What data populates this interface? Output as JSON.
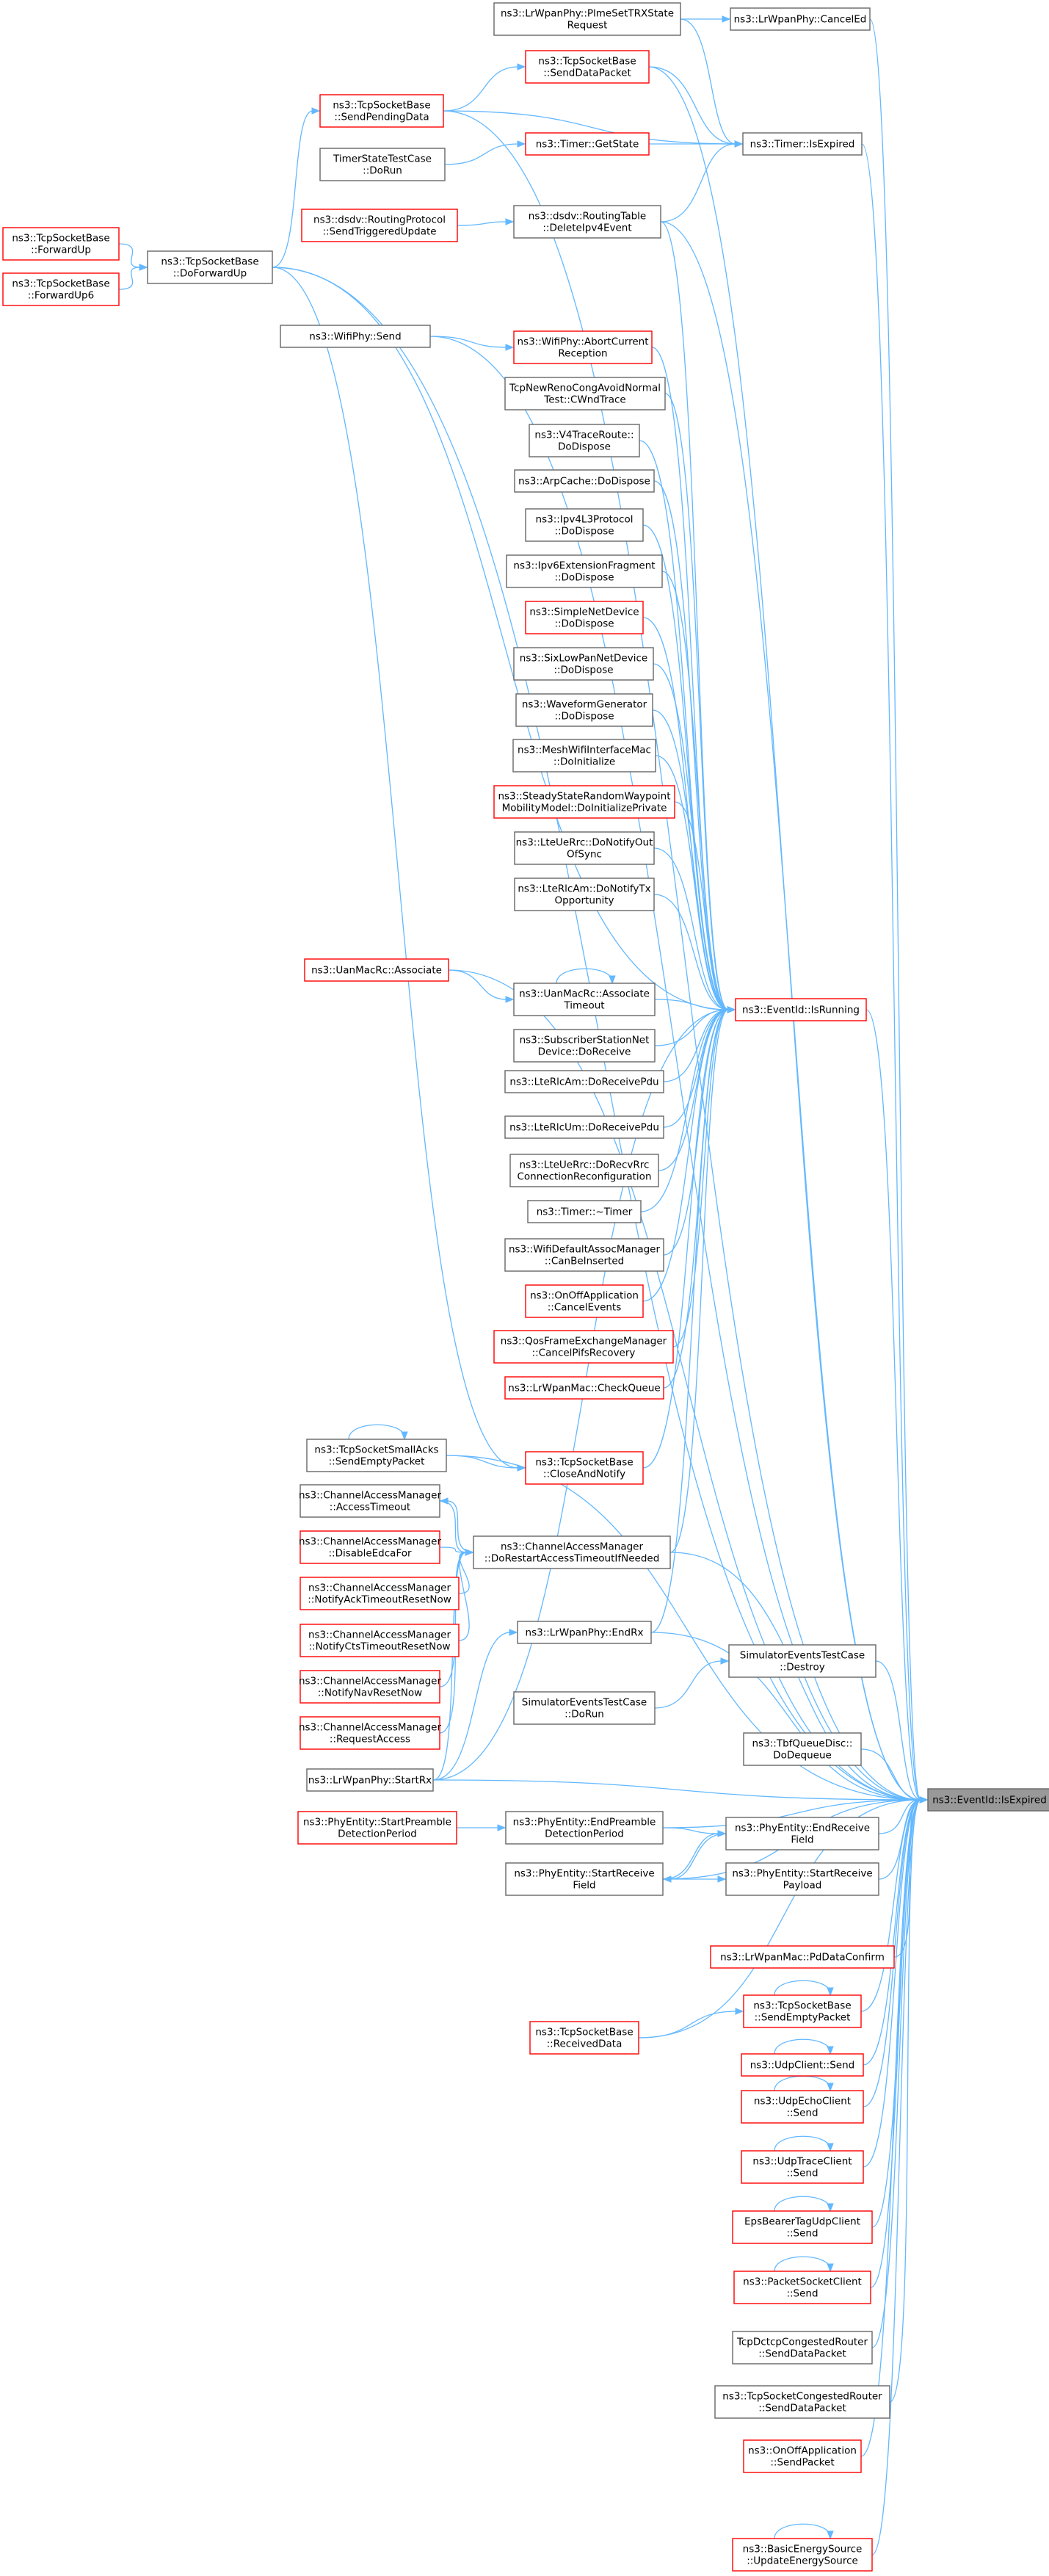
{
  "colors": {
    "edge": "#63b8ff",
    "box_border_normal": "#666666",
    "box_border_red": "#ff0000",
    "box_fill": "#ffffff",
    "target_fill": "#999999",
    "target_border": "#666666"
  },
  "target_node": "t",
  "nodes": [
    {
      "id": "t",
      "lines": [
        "ns3::EventId::IsExpired"
      ],
      "style": "target"
    },
    {
      "id": "r",
      "lines": [
        "ns3::EventId::IsRunning"
      ],
      "style": "red"
    },
    {
      "id": "ce",
      "lines": [
        "ns3::LrWpanPhy::CancelEd"
      ],
      "style": "normal"
    },
    {
      "id": "tie",
      "lines": [
        "ns3::Timer::IsExpired"
      ],
      "style": "normal"
    },
    {
      "id": "pse",
      "lines": [
        "ns3::LrWpanPhy::PlmeSetTRXState",
        "Request"
      ],
      "style": "normal"
    },
    {
      "id": "sdp",
      "lines": [
        "ns3::TcpSocketBase",
        "::SendDataPacket"
      ],
      "style": "red"
    },
    {
      "id": "spd",
      "lines": [
        "ns3::TcpSocketBase",
        "::SendPendingData"
      ],
      "style": "red"
    },
    {
      "id": "tgs",
      "lines": [
        "ns3::Timer::GetState"
      ],
      "style": "red"
    },
    {
      "id": "tst",
      "lines": [
        "TimerStateTestCase",
        "::DoRun"
      ],
      "style": "normal"
    },
    {
      "id": "rtd",
      "lines": [
        "ns3::dsdv::RoutingTable",
        "::DeleteIpv4Event"
      ],
      "style": "normal"
    },
    {
      "id": "rpt",
      "lines": [
        "ns3::dsdv::RoutingProtocol",
        "::SendTriggeredUpdate"
      ],
      "style": "red"
    },
    {
      "id": "dfu",
      "lines": [
        "ns3::TcpSocketBase",
        "::DoForwardUp"
      ],
      "style": "normal"
    },
    {
      "id": "fu",
      "lines": [
        "ns3::TcpSocketBase",
        "::ForwardUp"
      ],
      "style": "red"
    },
    {
      "id": "fu6",
      "lines": [
        "ns3::TcpSocketBase",
        "::ForwardUp6"
      ],
      "style": "red"
    },
    {
      "id": "wps",
      "lines": [
        "ns3::WifiPhy::Send"
      ],
      "style": "normal"
    },
    {
      "id": "acr",
      "lines": [
        "ns3::WifiPhy::AbortCurrent",
        "Reception"
      ],
      "style": "red"
    },
    {
      "id": "tnr",
      "lines": [
        "TcpNewRenoCongAvoidNormal",
        "Test::CWndTrace"
      ],
      "style": "normal"
    },
    {
      "id": "v4t",
      "lines": [
        "ns3::V4TraceRoute::",
        "DoDispose"
      ],
      "style": "normal"
    },
    {
      "id": "arp",
      "lines": [
        "ns3::ArpCache::DoDispose"
      ],
      "style": "normal"
    },
    {
      "id": "ipv4",
      "lines": [
        "ns3::Ipv4L3Protocol",
        "::DoDispose"
      ],
      "style": "normal"
    },
    {
      "id": "i6f",
      "lines": [
        "ns3::Ipv6ExtensionFragment",
        "::DoDispose"
      ],
      "style": "normal"
    },
    {
      "id": "snd",
      "lines": [
        "ns3::SimpleNetDevice",
        "::DoDispose"
      ],
      "style": "red"
    },
    {
      "id": "slp",
      "lines": [
        "ns3::SixLowPanNetDevice",
        "::DoDispose"
      ],
      "style": "normal"
    },
    {
      "id": "wfg",
      "lines": [
        "ns3::WaveformGenerator",
        "::DoDispose"
      ],
      "style": "normal"
    },
    {
      "id": "mwi",
      "lines": [
        "ns3::MeshWifiInterfaceMac",
        "::DoInitialize"
      ],
      "style": "normal"
    },
    {
      "id": "ssr",
      "lines": [
        "ns3::SteadyStateRandomWaypoint",
        "MobilityModel::DoInitializePrivate"
      ],
      "style": "red"
    },
    {
      "id": "ldn",
      "lines": [
        "ns3::LteUeRrc::DoNotifyOut",
        "OfSync"
      ],
      "style": "normal"
    },
    {
      "id": "ldt",
      "lines": [
        "ns3::LteRlcAm::DoNotifyTx",
        "Opportunity"
      ],
      "style": "normal"
    },
    {
      "id": "uma",
      "lines": [
        "ns3::UanMacRc::Associate"
      ],
      "style": "red"
    },
    {
      "id": "umt",
      "lines": [
        "ns3::UanMacRc::Associate",
        "Timeout"
      ],
      "style": "normal"
    },
    {
      "id": "ssn",
      "lines": [
        "ns3::SubscriberStationNet",
        "Device::DoReceive"
      ],
      "style": "normal"
    },
    {
      "id": "ram",
      "lines": [
        "ns3::LteRlcAm::DoReceivePdu"
      ],
      "style": "normal"
    },
    {
      "id": "rum",
      "lines": [
        "ns3::LteRlcUm::DoReceivePdu"
      ],
      "style": "normal"
    },
    {
      "id": "ldr",
      "lines": [
        "ns3::LteUeRrc::DoRecvRrc",
        "ConnectionReconfiguration"
      ],
      "style": "normal"
    },
    {
      "id": "tmr",
      "lines": [
        "ns3::Timer::~Timer"
      ],
      "style": "normal"
    },
    {
      "id": "wda",
      "lines": [
        "ns3::WifiDefaultAssocManager",
        "::CanBeInserted"
      ],
      "style": "normal"
    },
    {
      "id": "ooc",
      "lines": [
        "ns3::OnOffApplication",
        "::CancelEvents"
      ],
      "style": "red"
    },
    {
      "id": "qos",
      "lines": [
        "ns3::QosFrameExchangeManager",
        "::CancelPifsRecovery"
      ],
      "style": "red"
    },
    {
      "id": "lcq",
      "lines": [
        "ns3::LrWpanMac::CheckQueue"
      ],
      "style": "red"
    },
    {
      "id": "sep",
      "lines": [
        "ns3::TcpSocketSmallAcks",
        "::SendEmptyPacket"
      ],
      "style": "normal"
    },
    {
      "id": "can",
      "lines": [
        "ns3::TcpSocketBase",
        "::CloseAndNotify"
      ],
      "style": "red"
    },
    {
      "id": "cat",
      "lines": [
        "ns3::ChannelAccessManager",
        "::AccessTimeout"
      ],
      "style": "normal"
    },
    {
      "id": "cde",
      "lines": [
        "ns3::ChannelAccessManager",
        "::DisableEdcaFor"
      ],
      "style": "red"
    },
    {
      "id": "crt",
      "lines": [
        "ns3::ChannelAccessManager",
        "::DoRestartAccessTimeoutIfNeeded"
      ],
      "style": "normal"
    },
    {
      "id": "cna",
      "lines": [
        "ns3::ChannelAccessManager",
        "::NotifyAckTimeoutResetNow"
      ],
      "style": "red"
    },
    {
      "id": "cnc",
      "lines": [
        "ns3::ChannelAccessManager",
        "::NotifyCtsTimeoutResetNow"
      ],
      "style": "red"
    },
    {
      "id": "cnn",
      "lines": [
        "ns3::ChannelAccessManager",
        "::NotifyNavResetNow"
      ],
      "style": "red"
    },
    {
      "id": "cra",
      "lines": [
        "ns3::ChannelAccessManager",
        "::RequestAccess"
      ],
      "style": "red"
    },
    {
      "id": "ler",
      "lines": [
        "ns3::LrWpanPhy::EndRx"
      ],
      "style": "normal"
    },
    {
      "id": "lsr",
      "lines": [
        "ns3::LrWpanPhy::StartRx"
      ],
      "style": "normal"
    },
    {
      "id": "sed",
      "lines": [
        "SimulatorEventsTestCase",
        "::Destroy"
      ],
      "style": "normal"
    },
    {
      "id": "sdr",
      "lines": [
        "SimulatorEventsTestCase",
        "::DoRun"
      ],
      "style": "normal"
    },
    {
      "id": "tbf",
      "lines": [
        "ns3::TbfQueueDisc::",
        "DoDequeue"
      ],
      "style": "normal"
    },
    {
      "id": "pep",
      "lines": [
        "ns3::PhyEntity::EndPreamble",
        "DetectionPeriod"
      ],
      "style": "normal"
    },
    {
      "id": "psp",
      "lines": [
        "ns3::PhyEntity::StartPreamble",
        "DetectionPeriod"
      ],
      "style": "red"
    },
    {
      "id": "perf",
      "lines": [
        "ns3::PhyEntity::EndReceive",
        "Field"
      ],
      "style": "normal"
    },
    {
      "id": "psrf",
      "lines": [
        "ns3::PhyEntity::StartReceive",
        "Field"
      ],
      "style": "normal"
    },
    {
      "id": "psrp",
      "lines": [
        "ns3::PhyEntity::StartReceive",
        "Payload"
      ],
      "style": "normal"
    },
    {
      "id": "pdc",
      "lines": [
        "ns3::LrWpanMac::PdDataConfirm"
      ],
      "style": "red"
    },
    {
      "id": "tse",
      "lines": [
        "ns3::TcpSocketBase",
        "::SendEmptyPacket"
      ],
      "style": "red"
    },
    {
      "id": "trd",
      "lines": [
        "ns3::TcpSocketBase",
        "::ReceivedData"
      ],
      "style": "red"
    },
    {
      "id": "ucs",
      "lines": [
        "ns3::UdpClient::Send"
      ],
      "style": "red"
    },
    {
      "id": "uec",
      "lines": [
        "ns3::UdpEchoClient",
        "::Send"
      ],
      "style": "red"
    },
    {
      "id": "utc",
      "lines": [
        "ns3::UdpTraceClient",
        "::Send"
      ],
      "style": "red"
    },
    {
      "id": "ebt",
      "lines": [
        "EpsBearerTagUdpClient",
        "::Send"
      ],
      "style": "red"
    },
    {
      "id": "psc",
      "lines": [
        "ns3::PacketSocketClient",
        "::Send"
      ],
      "style": "red"
    },
    {
      "id": "tdc",
      "lines": [
        "TcpDctcpCongestedRouter",
        "::SendDataPacket"
      ],
      "style": "normal"
    },
    {
      "id": "tcr",
      "lines": [
        "ns3::TcpSocketCongestedRouter",
        "::SendDataPacket"
      ],
      "style": "normal"
    },
    {
      "id": "oos",
      "lines": [
        "ns3::OnOffApplication",
        "::SendPacket"
      ],
      "style": "red"
    },
    {
      "id": "bes",
      "lines": [
        "ns3::BasicEnergySource",
        "::UpdateEnergySource"
      ],
      "style": "red"
    }
  ],
  "edges": [
    [
      "r",
      "t"
    ],
    [
      "ce",
      "t"
    ],
    [
      "tie",
      "t"
    ],
    [
      "sdp",
      "t"
    ],
    [
      "spd",
      "t"
    ],
    [
      "rtd",
      "t"
    ],
    [
      "dfu",
      "t"
    ],
    [
      "wps",
      "t"
    ],
    [
      "uma",
      "t"
    ],
    [
      "sep",
      "t"
    ],
    [
      "crt",
      "t"
    ],
    [
      "ler",
      "t"
    ],
    [
      "sed",
      "t"
    ],
    [
      "tbf",
      "t"
    ],
    [
      "lsr",
      "t"
    ],
    [
      "pep",
      "t"
    ],
    [
      "perf",
      "t"
    ],
    [
      "psrf",
      "t"
    ],
    [
      "psrp",
      "t"
    ],
    [
      "pdc",
      "t"
    ],
    [
      "tse",
      "t"
    ],
    [
      "trd",
      "t"
    ],
    [
      "ucs",
      "t"
    ],
    [
      "uec",
      "t"
    ],
    [
      "utc",
      "t"
    ],
    [
      "ebt",
      "t"
    ],
    [
      "psc",
      "t"
    ],
    [
      "tdc",
      "t"
    ],
    [
      "tcr",
      "t"
    ],
    [
      "oos",
      "t"
    ],
    [
      "bes",
      "t"
    ],
    [
      "pse",
      "ce"
    ],
    [
      "pse",
      "tie"
    ],
    [
      "sdp",
      "tie"
    ],
    [
      "spd",
      "tie"
    ],
    [
      "tgs",
      "tie"
    ],
    [
      "tst",
      "tgs"
    ],
    [
      "spd",
      "sdp"
    ],
    [
      "rtd",
      "tie"
    ],
    [
      "rpt",
      "rtd"
    ],
    [
      "dfu",
      "spd"
    ],
    [
      "fu",
      "dfu"
    ],
    [
      "fu6",
      "dfu"
    ],
    [
      "wps",
      "acr"
    ],
    [
      "lsr",
      "ler"
    ],
    [
      "acr",
      "r"
    ],
    [
      "tnr",
      "r"
    ],
    [
      "v4t",
      "r"
    ],
    [
      "arp",
      "r"
    ],
    [
      "ipv4",
      "r"
    ],
    [
      "i6f",
      "r"
    ],
    [
      "snd",
      "r"
    ],
    [
      "slp",
      "r"
    ],
    [
      "wfg",
      "r"
    ],
    [
      "mwi",
      "r"
    ],
    [
      "ssr",
      "r"
    ],
    [
      "ldn",
      "r"
    ],
    [
      "ldt",
      "r"
    ],
    [
      "uma",
      "umt"
    ],
    [
      "umt",
      "r"
    ],
    [
      "ssn",
      "r"
    ],
    [
      "ram",
      "r"
    ],
    [
      "rum",
      "r"
    ],
    [
      "ldr",
      "r"
    ],
    [
      "tmr",
      "r"
    ],
    [
      "wda",
      "r"
    ],
    [
      "ooc",
      "r"
    ],
    [
      "qos",
      "r"
    ],
    [
      "lcq",
      "r"
    ],
    [
      "can",
      "r"
    ],
    [
      "crt",
      "r"
    ],
    [
      "ler",
      "r"
    ],
    [
      "lsr",
      "r"
    ],
    [
      "dfu",
      "r"
    ],
    [
      "rtd",
      "r"
    ],
    [
      "sep",
      "can"
    ],
    [
      "dfu",
      "can"
    ],
    [
      "crt",
      "cat"
    ],
    [
      "cat",
      "crt"
    ],
    [
      "cde",
      "crt"
    ],
    [
      "cna",
      "crt"
    ],
    [
      "cnc",
      "crt"
    ],
    [
      "cnn",
      "crt"
    ],
    [
      "cra",
      "crt"
    ],
    [
      "lsr",
      "crt"
    ],
    [
      "sdr",
      "sed"
    ],
    [
      "psp",
      "pep"
    ],
    [
      "pep",
      "perf"
    ],
    [
      "perf",
      "psrf"
    ],
    [
      "psrf",
      "psrp"
    ],
    [
      "psrf",
      "perf"
    ],
    [
      "trd",
      "tse"
    ]
  ],
  "self_loops": [
    "umt",
    "sep",
    "tse",
    "ucs",
    "uec",
    "utc",
    "ebt",
    "psc",
    "bes"
  ]
}
